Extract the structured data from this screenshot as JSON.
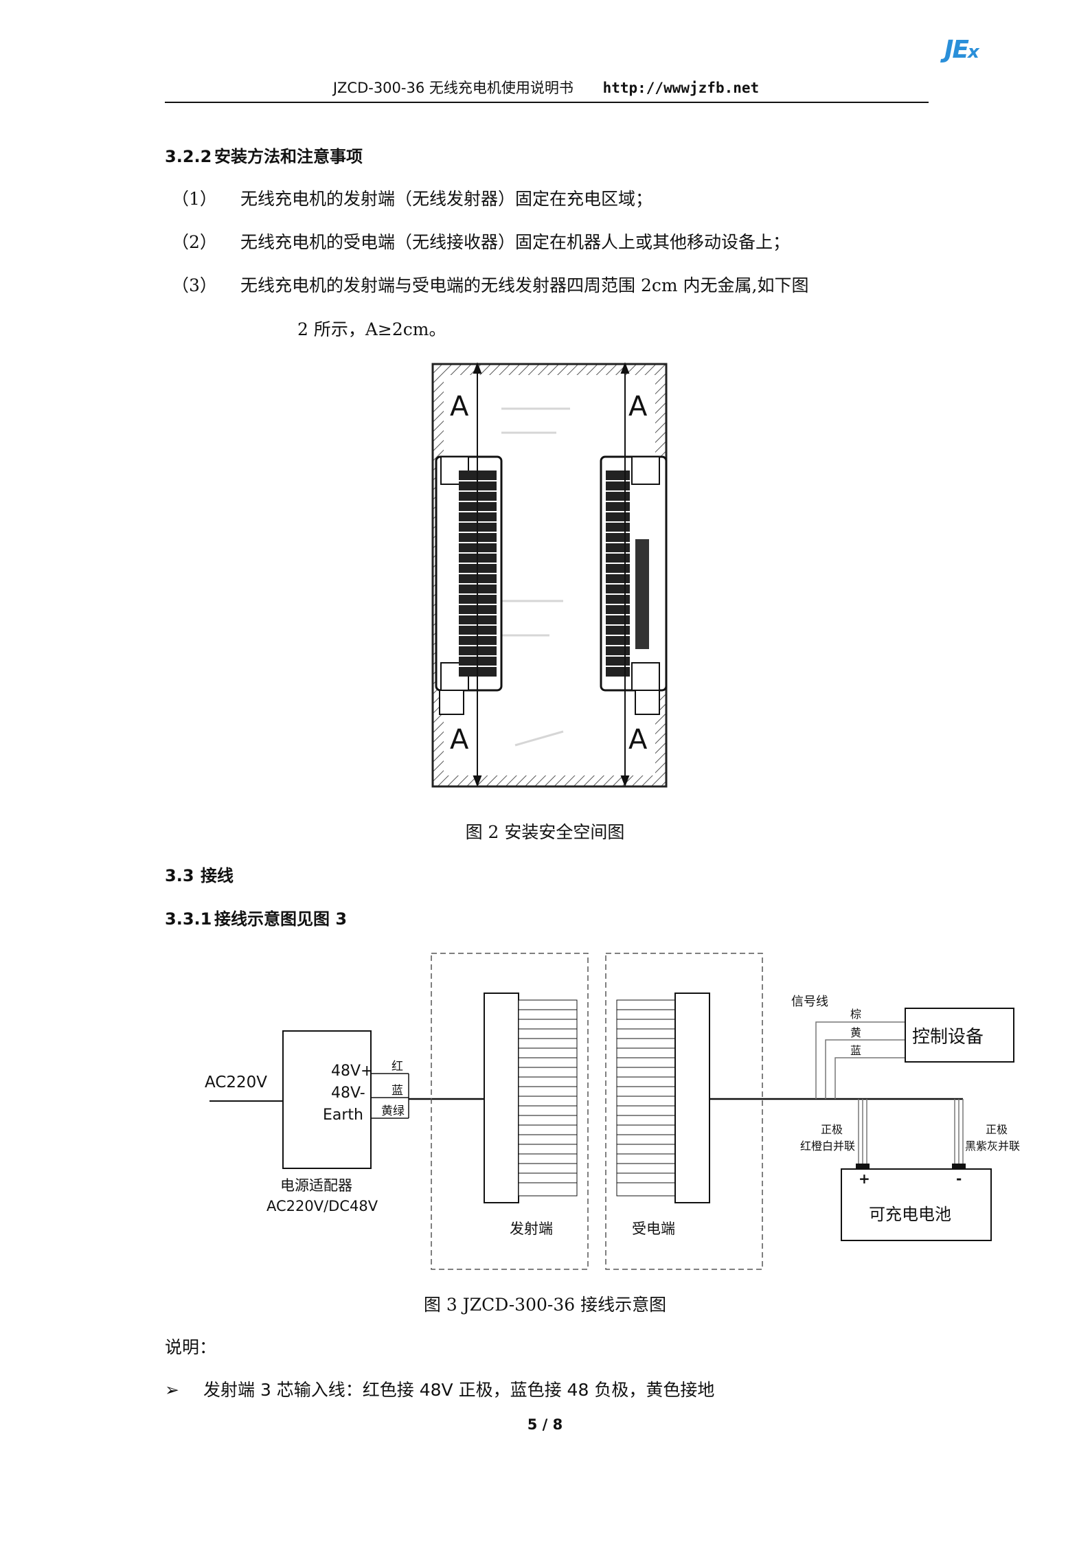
{
  "header": {
    "logo_main": "JE",
    "logo_sub": "x",
    "doc_title": "JZCD-300-36 无线充电机使用说明书",
    "url": "http://wwwjzfb.net"
  },
  "section_322": {
    "number": "3.2.2",
    "title": "安装方法和注意事项",
    "items": [
      {
        "num": "（1）",
        "text": "无线充电机的发射端（无线发射器）固定在充电区域；"
      },
      {
        "num": "（2）",
        "text": "无线充电机的受电端（无线接收器）固定在机器人上或其他移动设备上；"
      },
      {
        "num": "（3）",
        "text": "无线充电机的发射端与受电端的无线发射器四周范围 2cm 内无金属,如下图",
        "cont": "2 所示，A≥2cm。"
      }
    ]
  },
  "figure2": {
    "label_a": "A",
    "caption": "图 2  安装安全空间图"
  },
  "section_33": {
    "number": "3.3",
    "title": "接线"
  },
  "section_331": {
    "number": "3.3.1",
    "title": "接线示意图见图 3"
  },
  "figure3": {
    "ac_input": "AC220V",
    "adapter_pins": [
      "48V+",
      "48V-",
      "Earth"
    ],
    "adapter_wire_colors": [
      "红",
      "蓝",
      "黄绿"
    ],
    "adapter_name": "电源适配器",
    "adapter_rating": "AC220V/DC48V",
    "transmitter": "发射端",
    "receiver": "受电端",
    "signal_line": "信号线",
    "signal_colors": [
      "棕",
      "黄",
      "蓝"
    ],
    "control_device": "控制设备",
    "pos_label": "正极",
    "pos_wires": "红橙白并联",
    "neg_label": "正极",
    "neg_wires": "黑紫灰并联",
    "plus": "+",
    "minus": "-",
    "battery": "可充电电池",
    "caption": "图 3  JZCD-300-36 接线示意图"
  },
  "notes": {
    "heading": "说明：",
    "bullet": "➢",
    "line1": "发射端 3 芯输入线：红色接 48V 正极，蓝色接 48 负极，黄色接地"
  },
  "page_number": "5 / 8"
}
